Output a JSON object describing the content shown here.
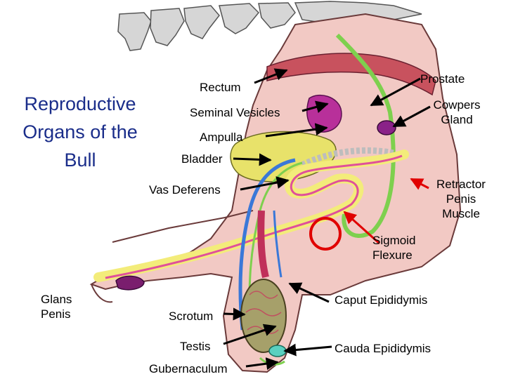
{
  "title": {
    "line1": "Reproductive",
    "line2": "Organs of the",
    "line3": "Bull"
  },
  "labels": {
    "rectum": "Rectum",
    "prostate": "Prostate",
    "seminal_vesicles": "Seminal Vesicles",
    "cowpers_gland_1": "Cowpers",
    "cowpers_gland_2": "Gland",
    "ampulla": "Ampulla",
    "bladder": "Bladder",
    "vas_deferens": "Vas Deferens",
    "retractor_1": "Retractor",
    "retractor_2": "Penis",
    "retractor_3": "Muscle",
    "sigmoid_1": "Sigmoid",
    "sigmoid_2": "Flexure",
    "glans_1": "Glans",
    "glans_2": "Penis",
    "caput": "Caput Epididymis",
    "scrotum": "Scrotum",
    "testis": "Testis",
    "cauda": "Cauda Epididymis",
    "gubernaculum": "Gubernaculum"
  },
  "colors": {
    "title": "#1a2d8a",
    "tissue": "#f2c9c4",
    "rectum": "#c8525e",
    "bladder": "#e8e26a",
    "vas_deferens": "#3a78d8",
    "penis_yellow": "#f3ec7a",
    "penis_pink": "#e0509a",
    "retractor_green": "#7ed04e",
    "gland_purple": "#a02a8c",
    "testis": "#a6a06a",
    "sigmoid_marker": "#e00000",
    "arrow_black": "#000000",
    "arrow_red": "#e00000"
  }
}
